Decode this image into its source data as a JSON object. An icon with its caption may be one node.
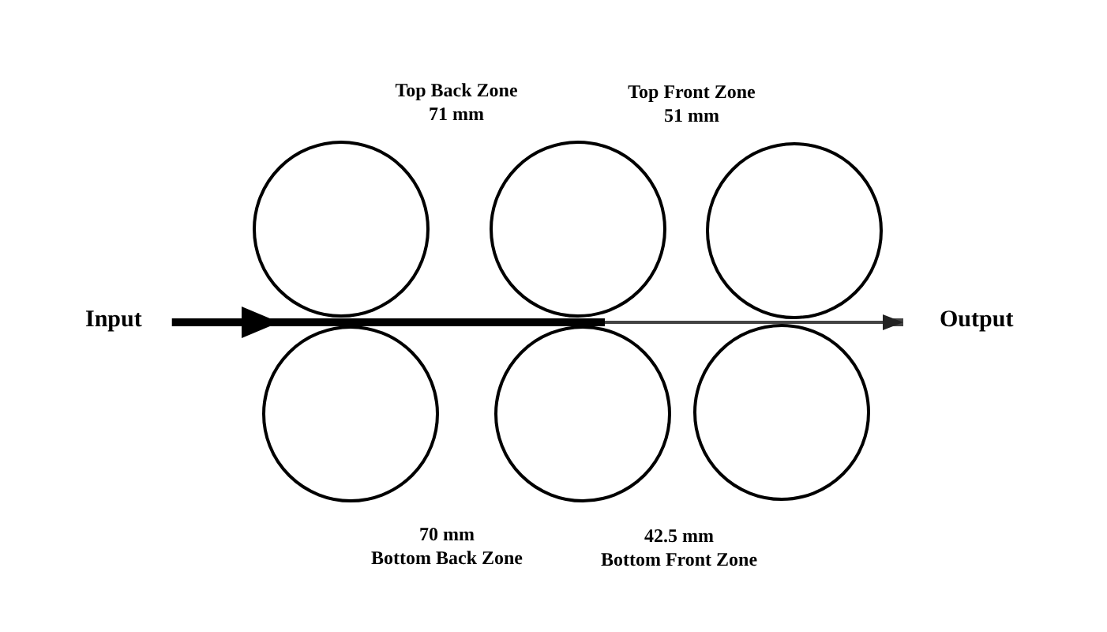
{
  "diagram": {
    "nodes": [
      {
        "text": [],
        "shape": "circle"
      },
      {
        "text": [],
        "shape": "circle"
      },
      {
        "text": [],
        "shape": "circle"
      },
      {
        "text": [
          "Input"
        ]
      },
      {
        "text": [
          "Output"
        ]
      },
      {
        "text": [],
        "shape": "circle"
      },
      {
        "text": [],
        "shape": "circle"
      },
      {
        "text": [],
        "shape": "circle"
      }
    ],
    "edges": [
      {
        "from": 3,
        "to": 4,
        "arrow": "to",
        "style": "thick"
      }
    ],
    "labels": [
      "Top Back Zone",
      "71 mm",
      "Top Front Zone",
      "51 mm",
      "70 mm",
      "Bottom Back Zone",
      "42.5 mm",
      "Bottom Front Zone"
    ]
  }
}
